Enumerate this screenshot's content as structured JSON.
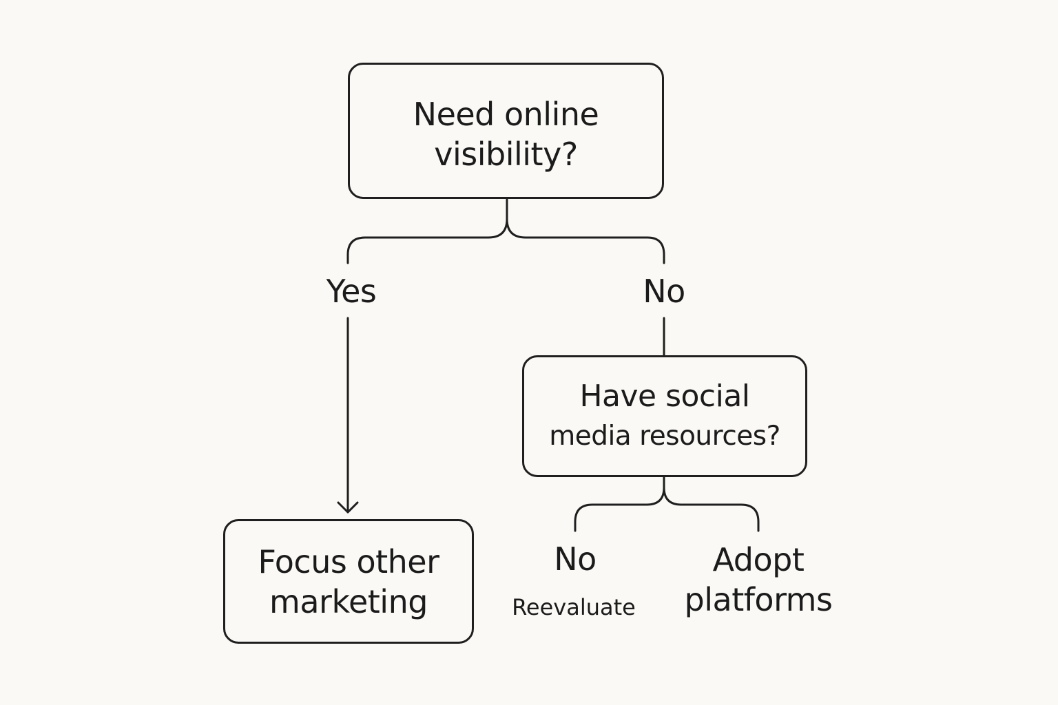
{
  "diagram": {
    "nodes": {
      "root": {
        "lines": [
          "Need online",
          "visibility?"
        ]
      },
      "social": {
        "lines": [
          "Have social",
          "media resources?"
        ]
      },
      "focus": {
        "lines": [
          "Focus other",
          "marketing"
        ]
      }
    },
    "edges": {
      "yes": "Yes",
      "no": "No",
      "social_no": "No",
      "reevaluate": "Reevaluate",
      "adopt": [
        "Adopt",
        "platforms"
      ]
    }
  }
}
